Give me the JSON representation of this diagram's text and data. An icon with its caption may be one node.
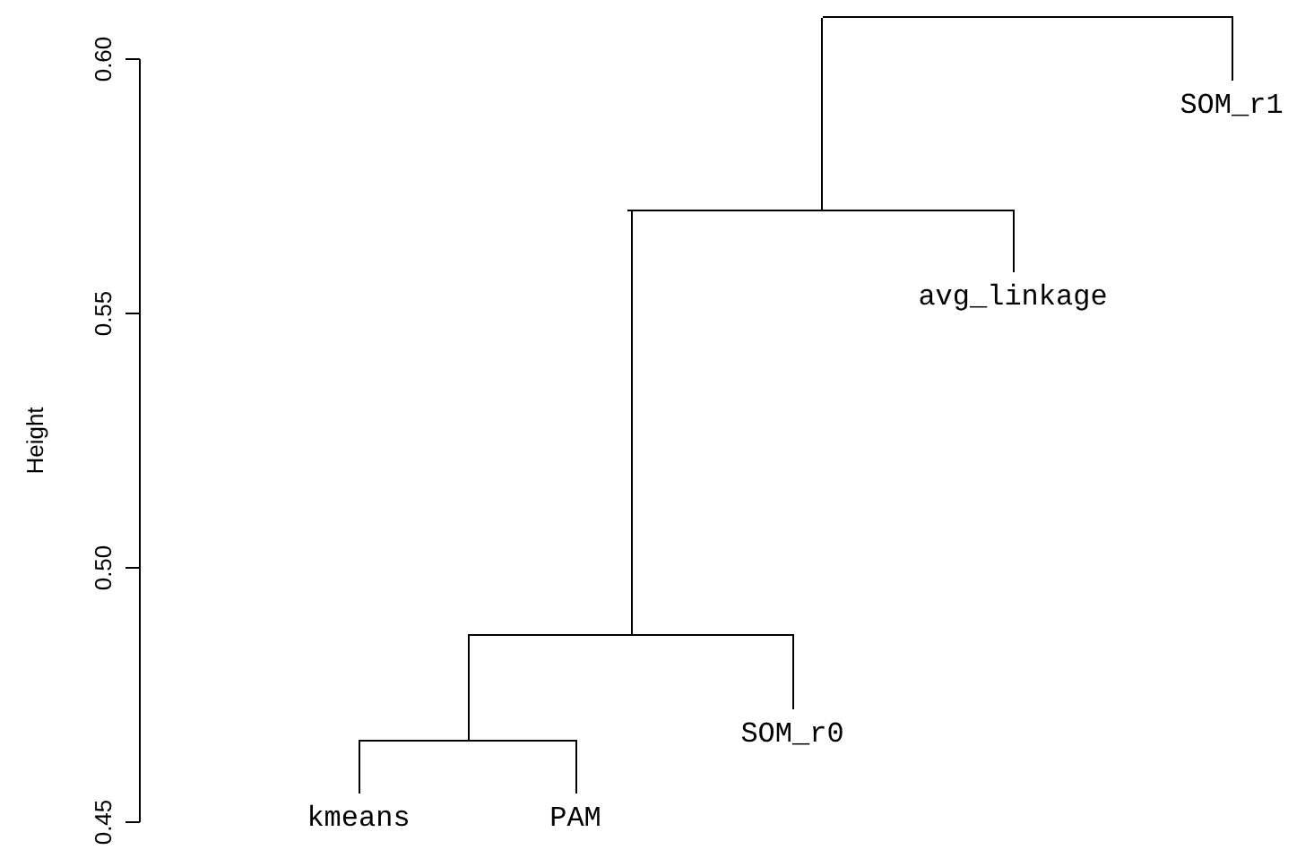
{
  "diagram": {
    "nodes": [
      {
        "text": [
          "kmeans"
        ]
      },
      {
        "text": [
          "PAM"
        ]
      },
      {
        "text": [
          "SOM_r0"
        ]
      },
      {
        "text": [
          "avg_linkage"
        ]
      },
      {
        "text": [
          "SOM_r1"
        ]
      },
      {
        "text": [],
        "shape": "bar"
      },
      {
        "text": [],
        "shape": "bar"
      },
      {
        "text": [],
        "shape": "bar"
      },
      {
        "text": [],
        "shape": "bar"
      }
    ],
    "edges": [
      {
        "from": 5,
        "to": 0,
        "arrow": "none"
      },
      {
        "from": 5,
        "to": 1,
        "arrow": "none"
      },
      {
        "from": 6,
        "to": 5,
        "arrow": "none"
      },
      {
        "from": 6,
        "to": 2,
        "arrow": "none"
      },
      {
        "from": 7,
        "to": 6,
        "arrow": "none"
      },
      {
        "from": 7,
        "to": 3,
        "arrow": "none"
      },
      {
        "from": 8,
        "to": 7,
        "arrow": "none"
      },
      {
        "from": 8,
        "to": 4,
        "arrow": "none"
      }
    ],
    "labels": [
      "Height",
      "0.60",
      "0.55",
      "0.50",
      "0.45"
    ]
  }
}
